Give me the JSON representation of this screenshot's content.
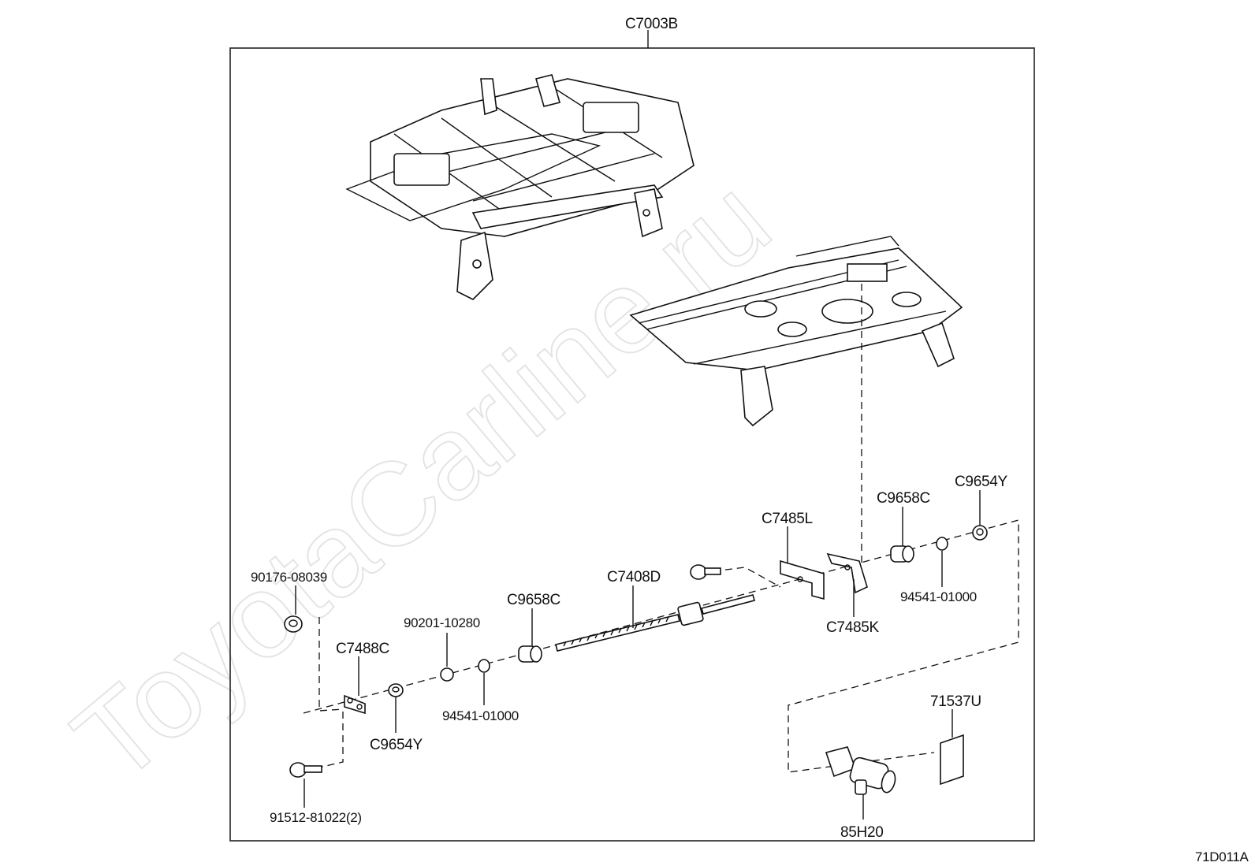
{
  "watermark": "ToyotaCarline.ru",
  "assembly_label": "C7003B",
  "diagram_code": "71D011A",
  "parts": {
    "p90176": "90176-08039",
    "p91512": "91512-81022(2)",
    "p7488c": "C7488C",
    "p9654y_left": "C9654Y",
    "p90201": "90201-10280",
    "p94541_left": "94541-01000",
    "p9658c_left": "C9658C",
    "p7408d": "C7408D",
    "p7485l": "C7485L",
    "p7485k": "C7485K",
    "p9658c_right": "C9658C",
    "p94541_right": "94541-01000",
    "p9654y_right": "C9654Y",
    "p71537u": "71537U",
    "p85h20": "85H20"
  }
}
